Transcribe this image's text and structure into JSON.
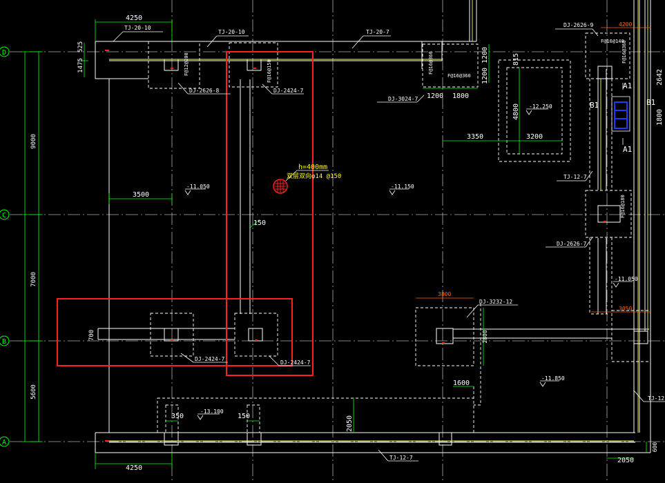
{
  "colors": {
    "background": "#000000",
    "wall": "#ffffff",
    "dashed": "#ffffff",
    "axis_line": "#b0b0b0",
    "dimension": "#00ff00",
    "label": "#ffffff",
    "highlight": "#ff2020",
    "sump_text": "#ffff00",
    "rebar": "#ffff66",
    "blue_marker": "#1a3cff",
    "orange_dim": "#ff6600"
  },
  "axes": [
    {
      "id": "D",
      "label": "D"
    },
    {
      "id": "C",
      "label": "C"
    },
    {
      "id": "B",
      "label": "B"
    },
    {
      "id": "A",
      "label": "A"
    }
  ],
  "left_dimensions": [
    "9000",
    "7000",
    "5600",
    "1475",
    "525",
    "700"
  ],
  "dimensions": {
    "top_4250": "4250",
    "bottom_4250": "4250",
    "d_3500": "3500",
    "d_3350": "3350",
    "d_3200": "3200",
    "d_1200_a": "1200",
    "d_1800_a": "1800",
    "d_4800": "4800",
    "d_815": "815",
    "d_1200_v1": "1200",
    "d_1200_v2": "1200",
    "d_1800_v": "1800",
    "d_2050_v": "2050",
    "d_2050_h": "2050",
    "d_350": "350",
    "d_150_a": "150",
    "d_150_b": "150",
    "d_1600": "1600",
    "d_3800": "3800",
    "d_2800": "2800",
    "d_4200": "4200",
    "d_3050": "3050",
    "d_600": "600",
    "d_2642": "2642",
    "d_1800_r": "1800"
  },
  "labels": {
    "tj_20_10_a": "TJ-20-10",
    "tj_20_10_b": "TJ-20-10",
    "tj_20_7": "TJ-20-7",
    "tj_12_7_a": "TJ-12-7",
    "tj_12_7_b": "TJ-12-7",
    "tj_12_r": "TJ-12",
    "dj_2626_8": "DJ-2626-8",
    "dj_2424_7_a": "DJ-2424-7",
    "dj_2424_7_b": "DJ-2424-7",
    "dj_2424_7_c": "DJ-2424-7",
    "dj_3024_7": "DJ-3024-7",
    "dj_2626_9": "DJ-2626-9",
    "dj_2626_7": "DJ-2626-7",
    "dj_3232_12": "DJ-3232-12",
    "rebar_f12_200": "F@12@200",
    "rebar_f16_150": "F@16@150",
    "rebar_f16_360": "F@16@360",
    "rebar_f16_360_b": "F@16@360",
    "rebar_f16_140": "F@16@140",
    "rebar_f16_180": "F@16@180",
    "rebar_f16_360_c": "F@16@360",
    "elev_12250": "-12.250",
    "elev_11050_a": "-11.050",
    "elev_11150": "-11.150",
    "elev_11050_b": "-11.050",
    "elev_11850": "-11.850",
    "elev_13100": "-13.100",
    "a1_top": "A1",
    "a1_bottom": "A1",
    "b1_left": "B1",
    "b1_right": "B1"
  },
  "sump": {
    "h_label": "h=400mm",
    "rebar_label": "双层双向φ14 @150"
  }
}
